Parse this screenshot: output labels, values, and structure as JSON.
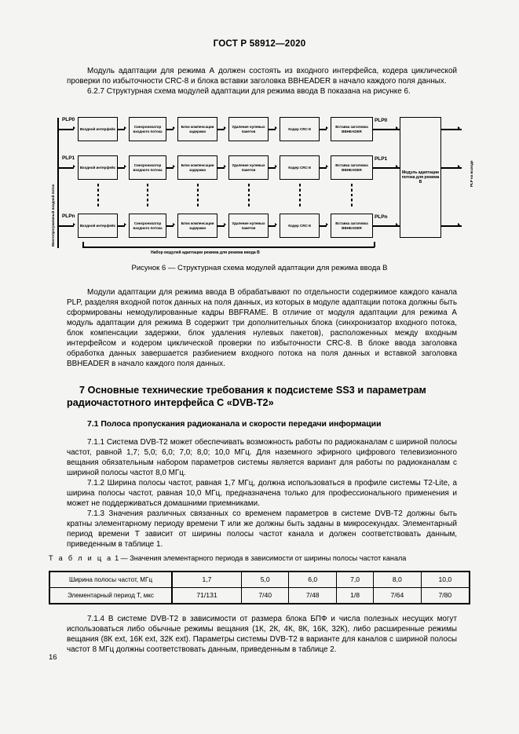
{
  "header": {
    "standard": "ГОСТ Р 58912—2020"
  },
  "page_number": "16",
  "paragraphs": {
    "p1": "Модуль адаптации для режима А должен состоять из входного интерфейса, кодера циклической проверки по избыточности CRC-8 и блока вставки заголовка BBHEADER в начало каждого поля данных.",
    "p2": "6.2.7 Структурная схема модулей адаптации для режима ввода В показана на рисунке 6.",
    "p3": "Модули адаптации для режима ввода В обрабатывают по отдельности содержимое каждого канала PLP, разделяя входной поток данных на поля данных, из которых в модуле адаптации потока должны быть сформированы немодулированные кадры BBFRAME. В отличие от модуля адаптации для режима А модуль адаптации для режима В содержит три дополнительных блока (синхронизатор входного потока, блок компенсации задержки, блок удаления нулевых пакетов), расположенных между входным интерфейсом и кодером циклической проверки по избыточности CRC-8. В блоке ввода заголовка обработка данных завершается разбиением входного потока на поля данных и вставкой заголовка BBHEADER в начало каждого поля данных.",
    "p711": "7.1.1 Система DVB-T2 может обеспечивать возможность работы по радиоканалам с шириной полосы частот, равной 1,7; 5,0; 6,0; 7,0; 8,0; 10,0 МГц. Для наземного эфирного цифрового телевизионного вещания обязательным набором параметров системы является вариант для работы по радиоканалам с шириной полосы частот 8,0 МГц.",
    "p712": "7.1.2 Ширина полосы частот, равная 1,7 МГц, должна использоваться в профиле системы T2-Lite, а ширина полосы частот, равная 10,0 МГц, предназначена только для профессионального применения и может не поддерживаться домашними приемниками.",
    "p713": "7.1.3 Значения различных связанных со временем параметров в системе DVB-T2 должны быть кратны элементарному периоду времени T или же должны быть заданы в микросекундах. Элементарный период времени T зависит от ширины полосы частот канала и должен соответствовать данным, приведенным в таблице 1.",
    "p714": "7.1.4 В системе DVB-T2 в зависимости от размера блока БПФ и числа полезных несущих могут использоваться либо обычные режимы вещания (1К, 2К, 4К, 8К, 16К, 32К), либо расширенные режимы вещания (8К ext, 16К ext, 32К ext). Параметры системы DVB-T2 в варианте для каналов с шириной полосы частот 8 МГц должны соответствовать данным, приведенным в таблице 2."
  },
  "sections": {
    "s7_title_line1": "7 Основные технические требования к подсистеме SS3 и параметрам",
    "s7_title_line2": "радиочастотного интерфейса С «DVB-T2»",
    "s71_title": "7.1 Полоса пропускания радиоканала и скорости передачи информации"
  },
  "figure": {
    "caption": "Рисунок 6 — Структурная схема модулей адаптации для режима ввода В",
    "input_label": "Многопрограммный входной поток",
    "output_label": "PLP на выходе",
    "bracket_label": "Набор модулей адаптации режима для режима ввода В",
    "aggregator": "Модуль адаптации потока для режима В",
    "rows": [
      {
        "plp_in": "PLP0",
        "plp_out": "PLP0"
      },
      {
        "plp_in": "PLP1",
        "plp_out": "PLP1"
      },
      {
        "plp_in": "PLPn",
        "plp_out": "PLPn"
      }
    ],
    "stages": [
      "Входной интерфейс",
      "Синхронизатор входного потока",
      "Блок компенсации задержки",
      "Удаление нулевых пакетов",
      "Кодер CRC-8",
      "Вставка заголовка BBHEADER"
    ]
  },
  "table1": {
    "caption_label": "Т а б л и ц а",
    "caption_number": "1",
    "caption_text": "— Значения элементарного периода в зависимости от ширины полосы частот канала",
    "rows": [
      {
        "label": "Ширина полосы частот, МГц",
        "values": [
          "1,7",
          "5,0",
          "6,0",
          "7,0",
          "8,0",
          "10,0"
        ]
      },
      {
        "label": "Элементарный период Т, мкс",
        "values": [
          "71/131",
          "7/40",
          "7/48",
          "1/8",
          "7/64",
          "7/80"
        ]
      }
    ]
  }
}
